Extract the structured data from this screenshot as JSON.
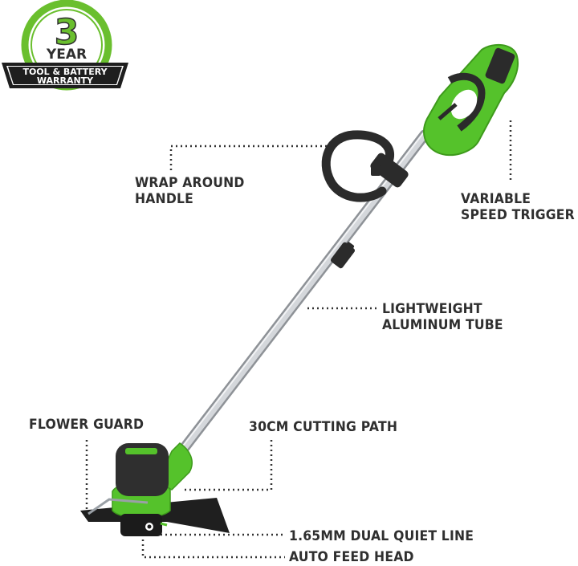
{
  "badge": {
    "number": "3",
    "year": "YEAR",
    "line1": "TOOL & BATTERY",
    "line2": "WARRANTY",
    "colors": {
      "ring": "#6abf2e",
      "ribbon": "#1e1e1e",
      "text": "#2f2f2f"
    }
  },
  "callouts": {
    "wrap_handle": [
      "WRAP AROUND",
      "HANDLE"
    ],
    "variable_trigger": [
      "VARIABLE",
      "SPEED TRIGGER"
    ],
    "aluminum_tube": [
      "LIGHTWEIGHT",
      "ALUMINUM TUBE"
    ],
    "flower_guard": "FLOWER GUARD",
    "cutting_path": "30CM CUTTING PATH",
    "dual_line": "1.65MM DUAL QUIET LINE",
    "auto_feed": "AUTO FEED HEAD"
  },
  "product": {
    "name": "string-trimmer",
    "colors": {
      "brand_green": "#55c22b",
      "dark": "#2b2b2b",
      "tube": "#c9ccd0",
      "dotted": "#333333"
    }
  }
}
